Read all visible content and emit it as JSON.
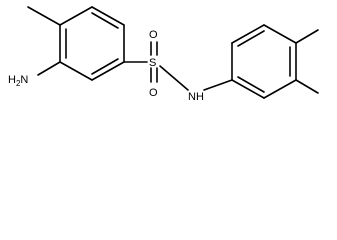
{
  "molecule": {
    "atom_labels": {
      "amino": {
        "main": "H",
        "sub": "2",
        "tail": "N"
      },
      "sulfonyl_o_top": "O",
      "sulfonyl_o_bottom": "O",
      "sulfur": "S",
      "amide_nh": "NH"
    }
  }
}
